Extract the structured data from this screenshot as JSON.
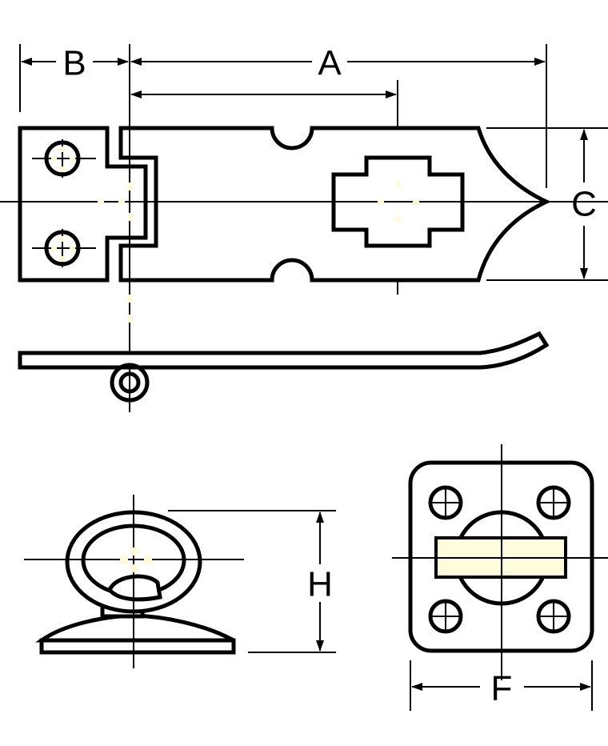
{
  "dimensions": {
    "a": "A",
    "b": "B",
    "c": "C",
    "h": "H",
    "f": "F"
  },
  "colors": {
    "line": "#000000",
    "highlight": "#fffbdc"
  }
}
